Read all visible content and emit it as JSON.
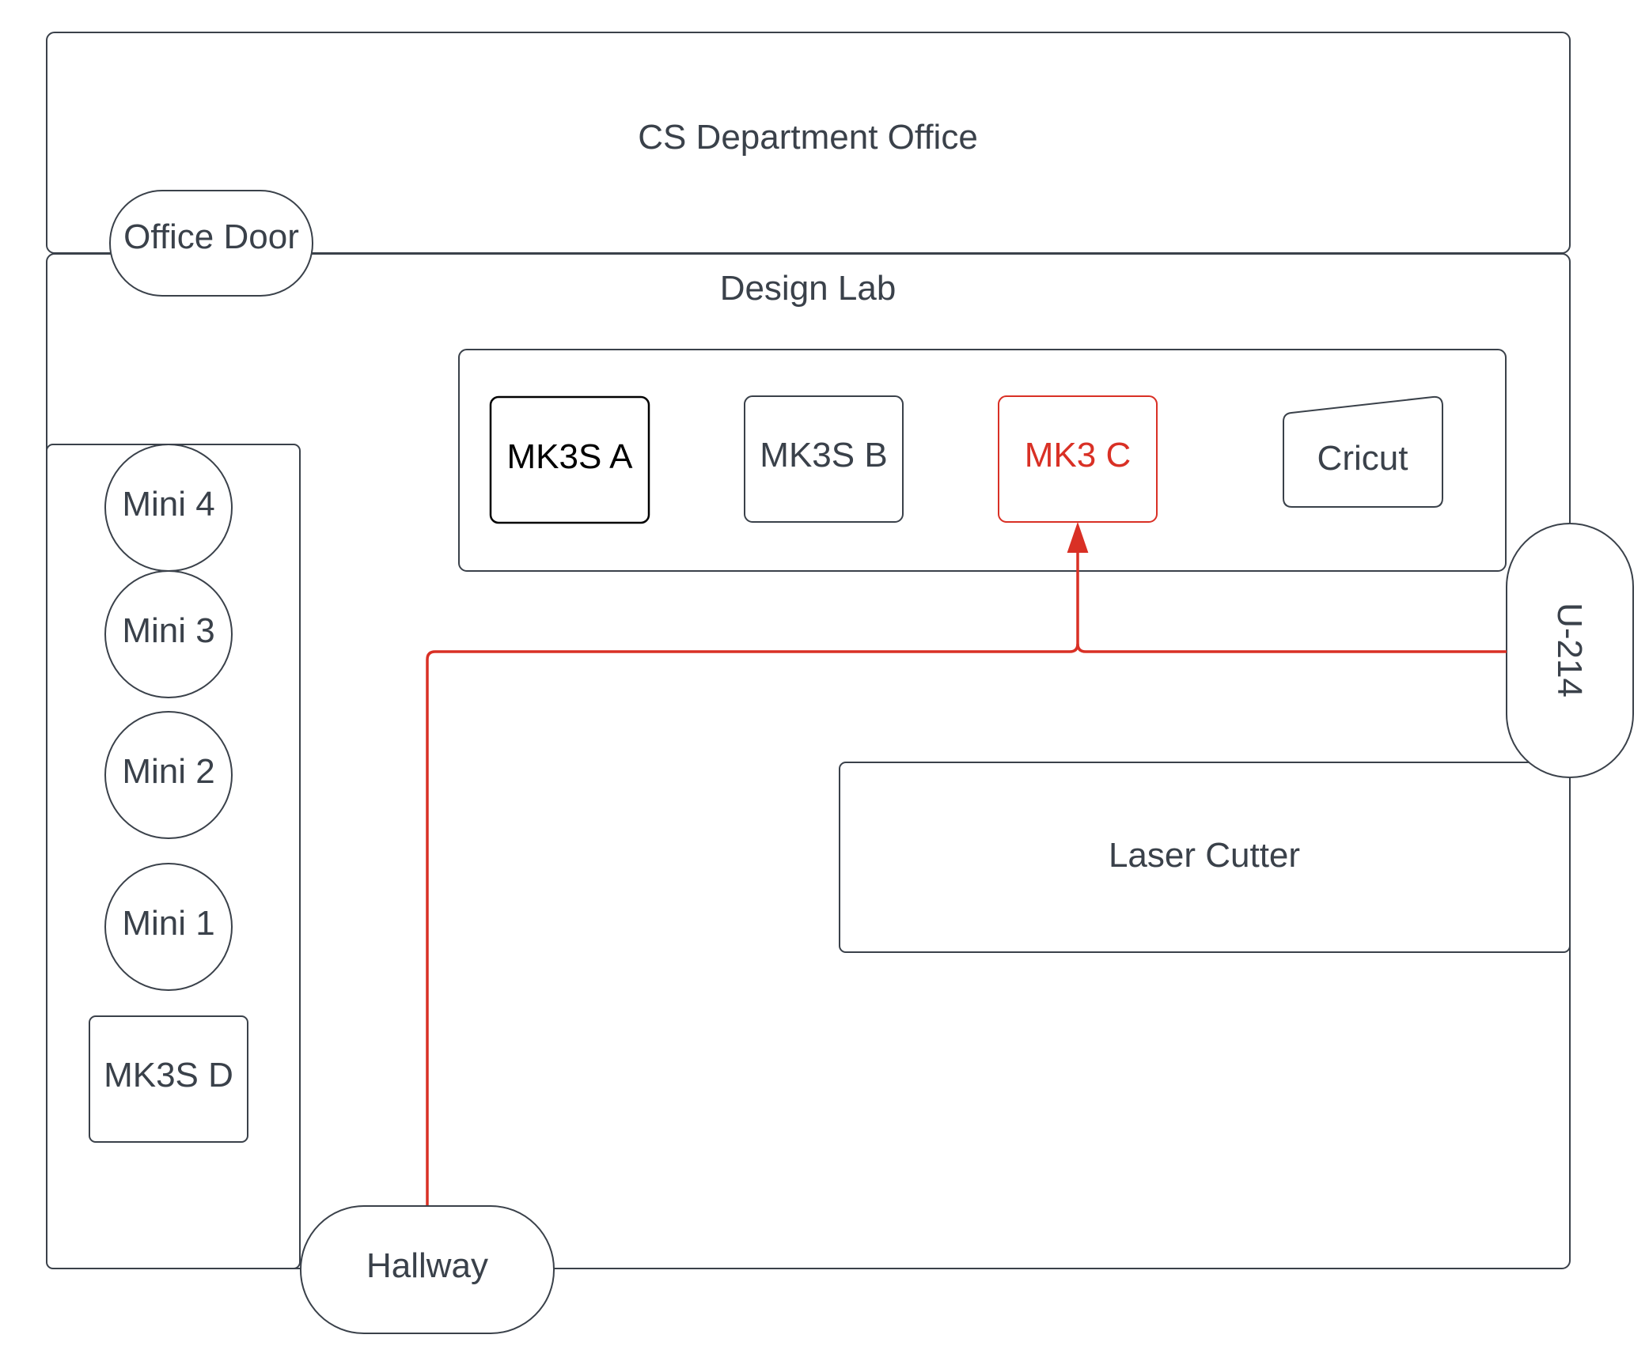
{
  "diagram": {
    "office": {
      "label": "CS Department Office"
    },
    "office_door": {
      "label": "Office Door"
    },
    "lab": {
      "label": "Design Lab"
    },
    "printers_top": [
      {
        "label": "MK3S A",
        "color": "#000000"
      },
      {
        "label": "MK3S B",
        "color": "#3a414a"
      },
      {
        "label": "MK3 C",
        "color": "#d93025"
      },
      {
        "label": "Cricut",
        "color": "#3a414a"
      }
    ],
    "minis": [
      {
        "label": "Mini 4"
      },
      {
        "label": "Mini 3"
      },
      {
        "label": "Mini 2"
      },
      {
        "label": "Mini 1"
      }
    ],
    "mk3s_d": {
      "label": "MK3S D"
    },
    "door_u214": {
      "label": "U-214"
    },
    "laser_cutter": {
      "label": "Laser Cutter"
    },
    "hallway": {
      "label": "Hallway"
    },
    "colors": {
      "outline": "#3a414a",
      "text": "#3a414a",
      "highlight": "#d93025"
    }
  }
}
